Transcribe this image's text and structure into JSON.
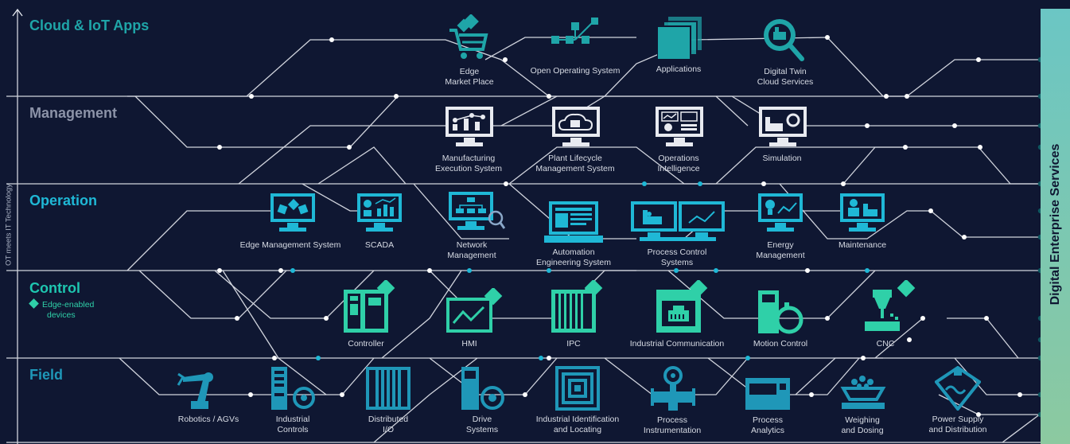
{
  "side_axis_label": "OT meets IT Technology",
  "layers": [
    {
      "name": "Cloud & IoT Apps",
      "color": "#1fa5a8"
    },
    {
      "name": "Management",
      "color": "#8c93a8"
    },
    {
      "name": "Operation",
      "color": "#1fb8d6"
    },
    {
      "name": "Control",
      "color": "#1ec6b0"
    },
    {
      "name": "Field",
      "color": "#1f97b8"
    }
  ],
  "edge_legend": {
    "line1": "Edge-enabled",
    "line2": "devices",
    "color": "#2fd0a8"
  },
  "sidebar_title": "Digital Enterprise Services",
  "cloud": [
    {
      "line1": "Edge",
      "line2": "Market Place",
      "icon": "shopping-cart-icon"
    },
    {
      "line1": "Open Operating System",
      "line2": "",
      "icon": "network-nodes-icon"
    },
    {
      "line1": "Applications",
      "line2": "",
      "icon": "stacked-pages-icon"
    },
    {
      "line1": "Digital Twin",
      "line2": "Cloud Services",
      "icon": "magnifier-factory-icon"
    }
  ],
  "management": [
    {
      "line1": "Manufacturing",
      "line2": "Execution System",
      "icon": "monitor-network-icon"
    },
    {
      "line1": "Plant Lifecycle",
      "line2": "Management System",
      "icon": "monitor-cloud-icon"
    },
    {
      "line1": "Operations",
      "line2": "Intelligence",
      "icon": "monitor-dashboard-icon"
    },
    {
      "line1": "Simulation",
      "line2": "",
      "icon": "monitor-simulation-icon"
    }
  ],
  "operation": [
    {
      "line1": "Edge Management System",
      "line2": "",
      "icon": "monitor-cubes-icon"
    },
    {
      "line1": "SCADA",
      "line2": "",
      "icon": "monitor-charts-icon"
    },
    {
      "line1": "Network",
      "line2": "Management",
      "icon": "monitor-hierarchy-icon"
    },
    {
      "line1": "Automation",
      "line2": "Engineering System",
      "icon": "laptop-icon"
    },
    {
      "line1": "Process Control",
      "line2": "Systems",
      "icon": "dual-monitor-icon"
    },
    {
      "line1": "Energy",
      "line2": "Management",
      "icon": "monitor-bulb-icon"
    },
    {
      "line1": "Maintenance",
      "line2": "",
      "icon": "monitor-worker-icon"
    }
  ],
  "control": [
    {
      "line1": "Controller",
      "line2": "",
      "icon": "plc-controller-icon"
    },
    {
      "line1": "HMI",
      "line2": "",
      "icon": "hmi-panel-icon"
    },
    {
      "line1": "IPC",
      "line2": "",
      "icon": "industrial-pc-icon"
    },
    {
      "line1": "Industrial Communication",
      "line2": "",
      "icon": "ethernet-port-icon"
    },
    {
      "line1": "Motion Control",
      "line2": "",
      "icon": "motion-drive-icon"
    },
    {
      "line1": "CNC",
      "line2": "",
      "icon": "cnc-spindle-icon"
    }
  ],
  "field": [
    {
      "line1": "Robotics / AGVs",
      "line2": "",
      "icon": "robot-arm-icon"
    },
    {
      "line1": "Industrial",
      "line2": "Controls",
      "icon": "industrial-controls-icon"
    },
    {
      "line1": "Distributed",
      "line2": "I/O",
      "icon": "distributed-io-icon"
    },
    {
      "line1": "Drive",
      "line2": "Systems",
      "icon": "drive-motor-icon"
    },
    {
      "line1": "Industrial Identification",
      "line2": "and Locating",
      "icon": "rfid-tag-icon"
    },
    {
      "line1": "Process",
      "line2": "Instrumentation",
      "icon": "flow-meter-icon"
    },
    {
      "line1": "Process",
      "line2": "Analytics",
      "icon": "analyzer-icon"
    },
    {
      "line1": "Weighing",
      "line2": "and Dosing",
      "icon": "weighing-scale-icon"
    },
    {
      "line1": "Power Supply",
      "line2": "and Distribution",
      "icon": "power-supply-icon"
    }
  ]
}
